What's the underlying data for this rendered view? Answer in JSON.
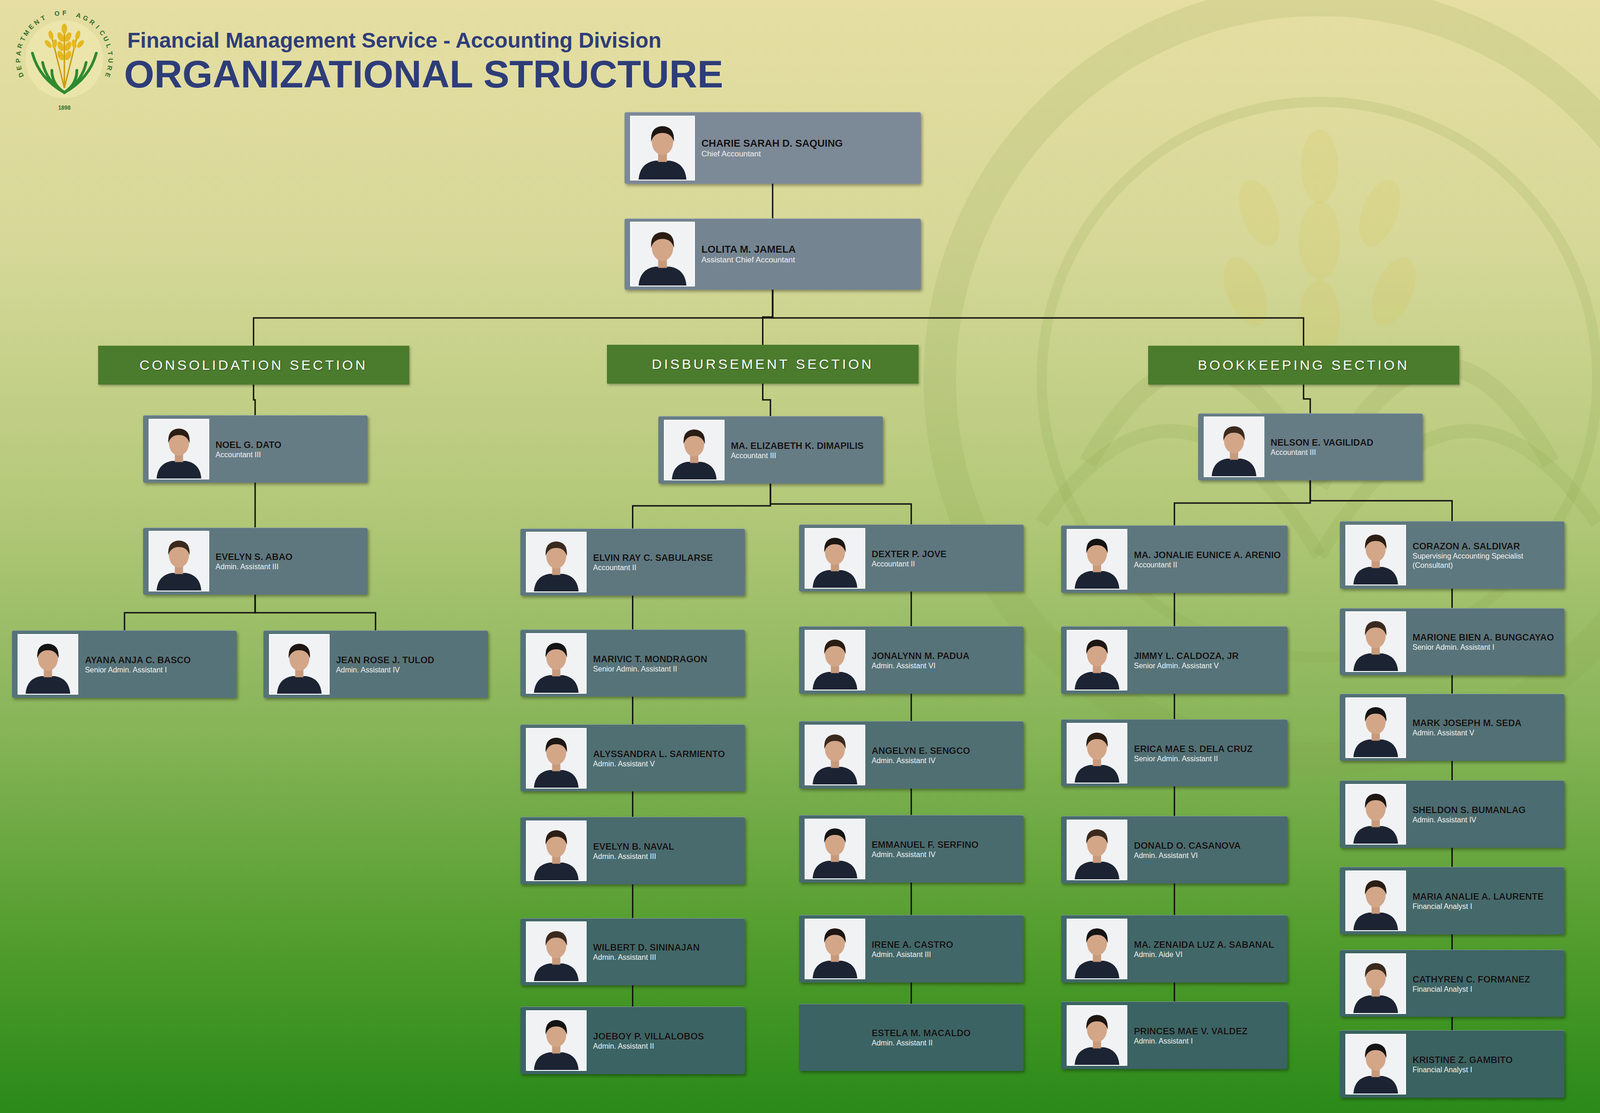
{
  "diagram": {
    "title": "ORGANIZATIONAL STRUCTURE",
    "nodes": [
      {
        "text": [
          "CHARIE SARAH D. SAQUING",
          "Chief Accountant"
        ]
      },
      {
        "text": [
          "LOLITA M. JAMELA",
          "Assistant Chief Accountant"
        ]
      },
      {
        "text": [
          "CONSOLIDATION SECTION"
        ]
      },
      {
        "text": [
          "DISBURSEMENT SECTION"
        ]
      },
      {
        "text": [
          "BOOKKEEPING SECTION"
        ]
      },
      {
        "text": [
          "NOEL G. DATO",
          "Accountant III"
        ]
      },
      {
        "text": [
          "EVELYN S. ABAO",
          "Admin. Assistant III"
        ]
      },
      {
        "text": [
          "AYANA ANJA C. BASCO",
          "Senior Admin. Assistant I"
        ]
      },
      {
        "text": [
          "JEAN ROSE J. TULOD",
          "Admin. Assistant IV"
        ]
      },
      {
        "text": [
          "MA. ELIZABETH K. DIMAPILIS",
          "Accountant III"
        ]
      },
      {
        "text": [
          "ELVIN RAY C. SABULARSE",
          "Accountant II"
        ]
      },
      {
        "text": [
          "MARIVIC T. MONDRAGON",
          "Senior Admin. Assistant II"
        ]
      },
      {
        "text": [
          "ALYSSANDRA L. SARMIENTO",
          "Admin. Assistant V"
        ]
      },
      {
        "text": [
          "EVELYN B. NAVAL",
          "Admin. Assistant III"
        ]
      },
      {
        "text": [
          "WILBERT D. SININAJAN",
          "Admin. Assistant III"
        ]
      },
      {
        "text": [
          "JOEBOY P. VILLALOBOS",
          "Admin. Assistant II"
        ]
      },
      {
        "text": [
          "DEXTER P. JOVE",
          "Accountant II"
        ]
      },
      {
        "text": [
          "JONALYNN M. PADUA",
          "Admin. Assistant VI"
        ]
      },
      {
        "text": [
          "ANGELYN E. SENGCO",
          "Admin. Assistant IV"
        ]
      },
      {
        "text": [
          "EMMANUEL F. SERFINO",
          "Admin. Assistant IV"
        ]
      },
      {
        "text": [
          "IRENE A. CASTRO",
          "Admin. Asistant III"
        ]
      },
      {
        "text": [
          "ESTELA M. MACALDO",
          "Admin. Assistant II"
        ]
      },
      {
        "text": [
          "NELSON E. VAGILIDAD",
          "Accountant III"
        ]
      },
      {
        "text": [
          "MA. JONALIE EUNICE A. ARENIO",
          "Accountant II"
        ]
      },
      {
        "text": [
          "JIMMY L. CALDOZA, JR",
          "Senior Admin. Assistant V"
        ]
      },
      {
        "text": [
          "ERICA MAE S. DELA CRUZ",
          "Senior Admin. Assistant II"
        ]
      },
      {
        "text": [
          "DONALD O. CASANOVA",
          "Admin. Assistant VI"
        ]
      },
      {
        "text": [
          "MA. ZENAIDA LUZ A. SABANAL",
          "Admin. Aide VI"
        ]
      },
      {
        "text": [
          "PRINCES MAE V. VALDEZ",
          "Admin. Assistant I"
        ]
      },
      {
        "text": [
          "CORAZON A. SALDIVAR",
          "Supervising Accounting Specialist (Consultant)"
        ]
      },
      {
        "text": [
          "MARIONE BIEN A. BUNGCAYAO",
          "Senior Admin. Assistant I"
        ]
      },
      {
        "text": [
          "MARK JOSEPH M. SEDA",
          "Admin. Assistant V"
        ]
      },
      {
        "text": [
          "SHELDON S. BUMANLAG",
          "Admin. Assistant IV"
        ]
      },
      {
        "text": [
          "MARIA ANALIE A. LAURENTE",
          "Financial Analyst I"
        ]
      },
      {
        "text": [
          "CATHYREN C. FORMANEZ",
          "Financial Analyst I"
        ]
      },
      {
        "text": [
          "KRISTINE Z. GAMBITO",
          "Financial Analyst I"
        ]
      }
    ],
    "edges": [
      {
        "from": 0,
        "to": 1,
        "arrow": "none"
      },
      {
        "from": 1,
        "to": 2,
        "arrow": "none"
      },
      {
        "from": 1,
        "to": 3,
        "arrow": "none"
      },
      {
        "from": 1,
        "to": 4,
        "arrow": "none"
      },
      {
        "from": 2,
        "to": 5,
        "arrow": "none"
      },
      {
        "from": 5,
        "to": 6,
        "arrow": "none"
      },
      {
        "from": 6,
        "to": 7,
        "arrow": "none"
      },
      {
        "from": 6,
        "to": 8,
        "arrow": "none"
      },
      {
        "from": 3,
        "to": 9,
        "arrow": "none"
      },
      {
        "from": 9,
        "to": 10,
        "arrow": "none"
      },
      {
        "from": 10,
        "to": 11,
        "arrow": "none"
      },
      {
        "from": 11,
        "to": 12,
        "arrow": "none"
      },
      {
        "from": 12,
        "to": 13,
        "arrow": "none"
      },
      {
        "from": 13,
        "to": 14,
        "arrow": "none"
      },
      {
        "from": 14,
        "to": 15,
        "arrow": "none"
      },
      {
        "from": 9,
        "to": 16,
        "arrow": "none"
      },
      {
        "from": 16,
        "to": 17,
        "arrow": "none"
      },
      {
        "from": 17,
        "to": 18,
        "arrow": "none"
      },
      {
        "from": 18,
        "to": 19,
        "arrow": "none"
      },
      {
        "from": 19,
        "to": 20,
        "arrow": "none"
      },
      {
        "from": 20,
        "to": 21,
        "arrow": "none"
      },
      {
        "from": 4,
        "to": 22,
        "arrow": "none"
      },
      {
        "from": 22,
        "to": 23,
        "arrow": "none"
      },
      {
        "from": 23,
        "to": 24,
        "arrow": "none"
      },
      {
        "from": 24,
        "to": 25,
        "arrow": "none"
      },
      {
        "from": 25,
        "to": 26,
        "arrow": "none"
      },
      {
        "from": 26,
        "to": 27,
        "arrow": "none"
      },
      {
        "from": 27,
        "to": 28,
        "arrow": "none"
      },
      {
        "from": 22,
        "to": 29,
        "arrow": "none"
      },
      {
        "from": 29,
        "to": 30,
        "arrow": "none"
      },
      {
        "from": 30,
        "to": 31,
        "arrow": "none"
      },
      {
        "from": 31,
        "to": 32,
        "arrow": "none"
      },
      {
        "from": 32,
        "to": 33,
        "arrow": "none"
      },
      {
        "from": 33,
        "to": 34,
        "arrow": "none"
      },
      {
        "from": 34,
        "to": 35,
        "arrow": "none"
      }
    ],
    "labels": [
      "Financial Management Service - Accounting Division",
      "DEPARTMENT OF AGRICULTURE",
      "1898"
    ]
  }
}
